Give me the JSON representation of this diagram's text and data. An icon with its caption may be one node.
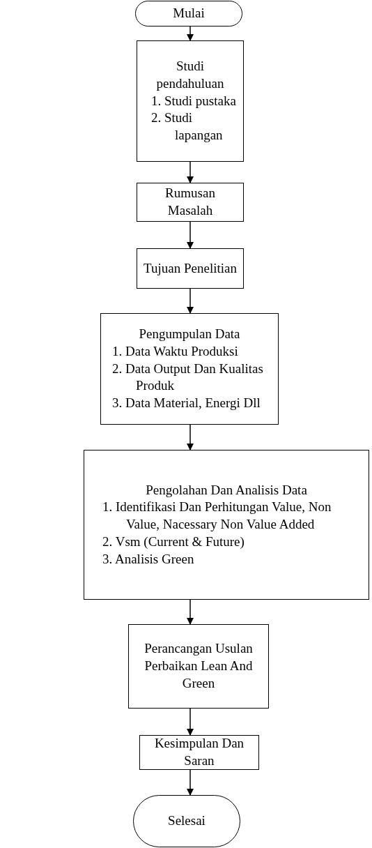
{
  "diagram": {
    "nodes": [
      {
        "text": [
          "Mulai"
        ]
      },
      {
        "text": [
          "Studi pendahuluan",
          "1. Studi pustaka",
          "2. Studi lapangan"
        ]
      },
      {
        "text": [
          "Rumusan Masalah"
        ]
      },
      {
        "text": [
          "Tujuan Penelitian"
        ]
      },
      {
        "text": [
          "Pengumpulan Data",
          "1. Data Waktu Produksi",
          "2. Data Output Dan Kualitas Produk",
          "3. Data Material, Energi Dll"
        ]
      },
      {
        "text": [
          "Pengolahan Dan Analisis Data",
          "1. Identifikasi Dan Perhitungan Value, Non Value, Nacessary Non Value Added",
          "2. Vsm (Current & Future)",
          "3. Analisis Green"
        ]
      },
      {
        "text": [
          "Perancangan Usulan Perbaikan Lean And Green"
        ]
      },
      {
        "text": [
          "Kesimpulan Dan Saran"
        ]
      },
      {
        "text": [
          "Selesai"
        ]
      }
    ],
    "edges": [
      {
        "from": 0,
        "to": 1,
        "arrow": "to"
      },
      {
        "from": 1,
        "to": 2,
        "arrow": "to"
      },
      {
        "from": 2,
        "to": 3,
        "arrow": "to"
      },
      {
        "from": 3,
        "to": 4,
        "arrow": "to"
      },
      {
        "from": 4,
        "to": 5,
        "arrow": "to"
      },
      {
        "from": 5,
        "to": 6,
        "arrow": "to"
      },
      {
        "from": 6,
        "to": 7,
        "arrow": "to"
      },
      {
        "from": 7,
        "to": 8,
        "arrow": "to"
      }
    ]
  }
}
